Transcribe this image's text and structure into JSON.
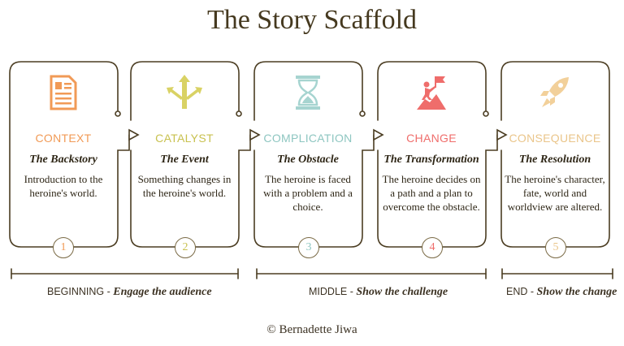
{
  "title": "The Story Scaffold",
  "colors": {
    "frame": "#4b3d22",
    "context": "#f19a56",
    "catalyst": "#d9d264",
    "complication": "#a6d4d0",
    "change": "#ef6d6b",
    "consequence": "#f2d09a"
  },
  "stages": [
    {
      "number": "1",
      "label": "CONTEXT",
      "subtitle": "The Backstory",
      "description": "Introduction to the heroine's world.",
      "icon": "document-icon"
    },
    {
      "number": "2",
      "label": "CATALYST",
      "subtitle": "The Event",
      "description": "Something changes in the heroine's world.",
      "icon": "crossroads-arrows-icon"
    },
    {
      "number": "3",
      "label": "COMPLICATION",
      "subtitle": "The Obstacle",
      "description": "The heroine is faced with a problem and a choice.",
      "icon": "hourglass-icon"
    },
    {
      "number": "4",
      "label": "CHANGE",
      "subtitle": "The Transformation",
      "description": "The heroine decides on a path and a plan to overcome the obstacle.",
      "icon": "summit-flag-icon"
    },
    {
      "number": "5",
      "label": "CONSEQUENCE",
      "subtitle": "The Resolution",
      "description": "The heroine's character, fate, world and worldview are altered.",
      "icon": "rocket-icon"
    }
  ],
  "phases": [
    {
      "label": "BEGINNING",
      "tagline": "Engage the audience"
    },
    {
      "label": "MIDDLE",
      "tagline": "Show the challenge"
    },
    {
      "label": "END",
      "tagline": "Show the change"
    }
  ],
  "credit": "© Bernadette Jiwa"
}
